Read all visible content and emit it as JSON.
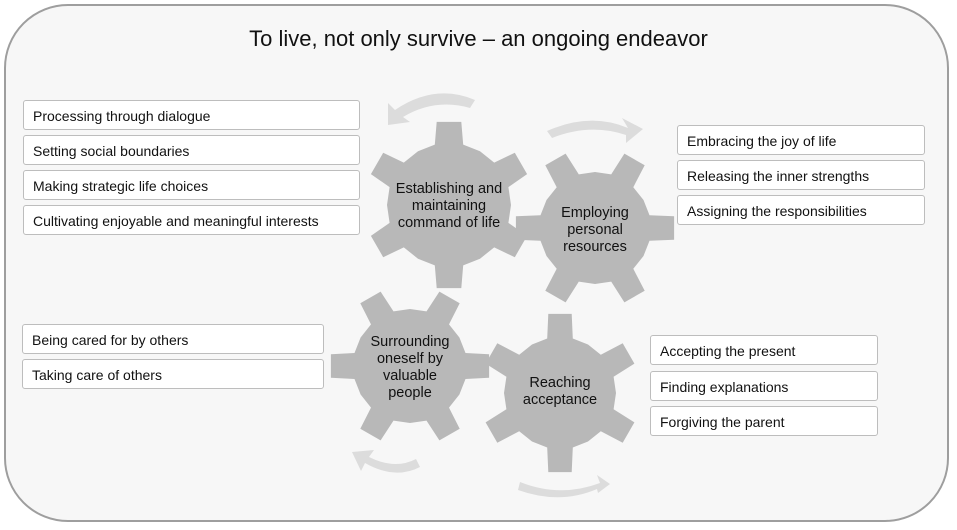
{
  "title": "To live, not only survive – an ongoing endeavor",
  "colors": {
    "gear": "#b8b8b8",
    "arrow": "#dcdcdc",
    "frame_border": "#9e9e9e",
    "box_border": "#bdbdbd"
  },
  "gears": {
    "command": [
      "Establishing and",
      "maintaining",
      "command of life"
    ],
    "resources": [
      "Employing",
      "personal",
      "resources"
    ],
    "people": [
      "Surrounding",
      "oneself by",
      "valuable",
      "people"
    ],
    "acceptance": [
      "Reaching",
      "acceptance"
    ]
  },
  "lists": {
    "command": [
      "Processing through dialogue",
      "Setting social boundaries",
      "Making strategic life choices",
      "Cultivating enjoyable and meaningful interests"
    ],
    "resources": [
      "Embracing the joy of life",
      "Releasing the inner strengths",
      "Assigning the responsibilities"
    ],
    "people": [
      "Being cared for by others",
      "Taking care of others"
    ],
    "acceptance": [
      "Accepting the present",
      "Finding explanations",
      "Forgiving the parent"
    ]
  }
}
